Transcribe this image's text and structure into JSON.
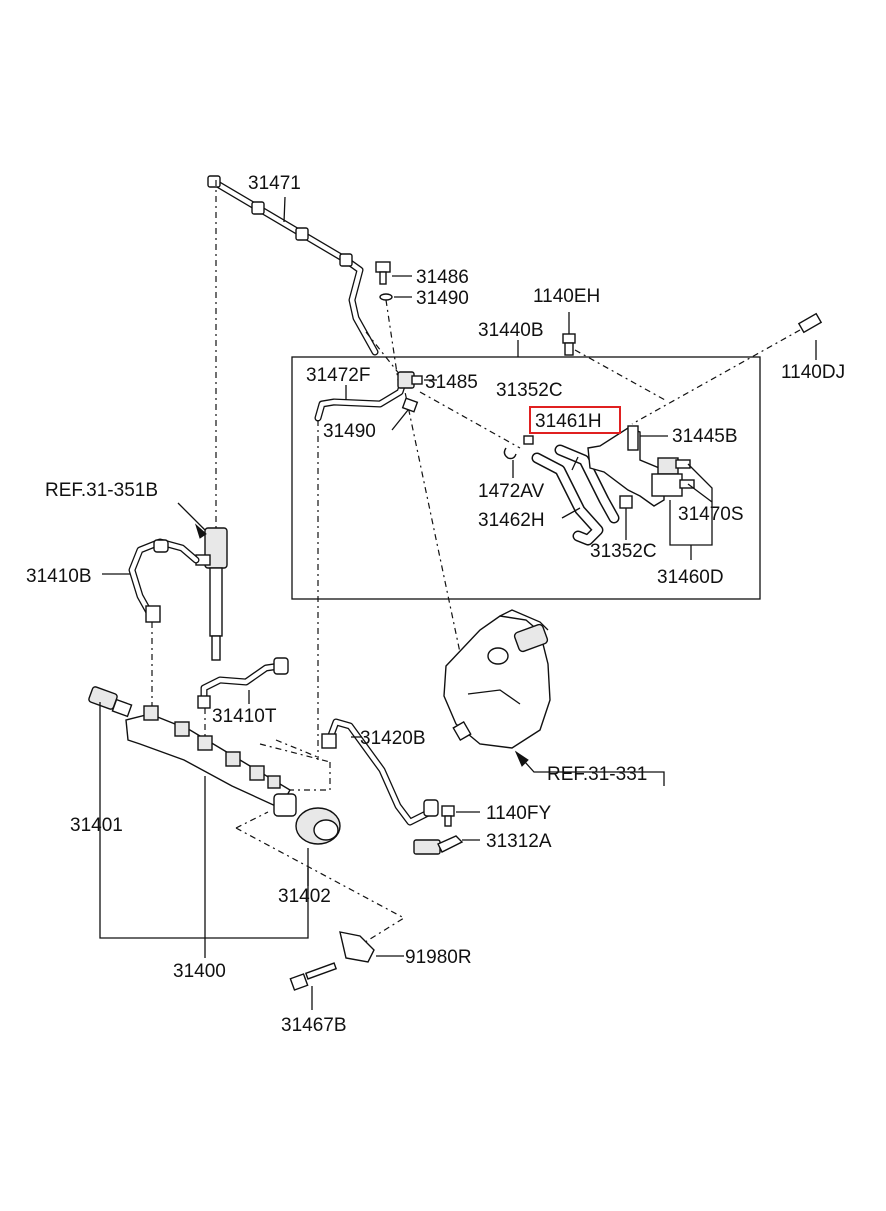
{
  "labels": {
    "l31471": "31471",
    "l31486": "31486",
    "l31490a": "31490",
    "l1140EH": "1140EH",
    "l31440B": "31440B",
    "l1140DJ": "1140DJ",
    "l31472F": "31472F",
    "l31485": "31485",
    "l31352C_a": "31352C",
    "l31461H": "31461H",
    "l31445B": "31445B",
    "l31490b": "31490",
    "l1472AV": "1472AV",
    "l31462H": "31462H",
    "l31470S": "31470S",
    "l31352C_b": "31352C",
    "l31460D": "31460D",
    "lRef351": "REF.31-351B",
    "l31410B": "31410B",
    "l31410T": "31410T",
    "l31420B": "31420B",
    "lRef331": "REF.31-331",
    "l1140FY": "1140FY",
    "l31312A": "31312A",
    "l31401": "31401",
    "l31402": "31402",
    "l31400": "31400",
    "l91980R": "91980R",
    "l31467B": "31467B"
  },
  "highlight": {
    "part": "31461H",
    "color": "#e02020"
  }
}
